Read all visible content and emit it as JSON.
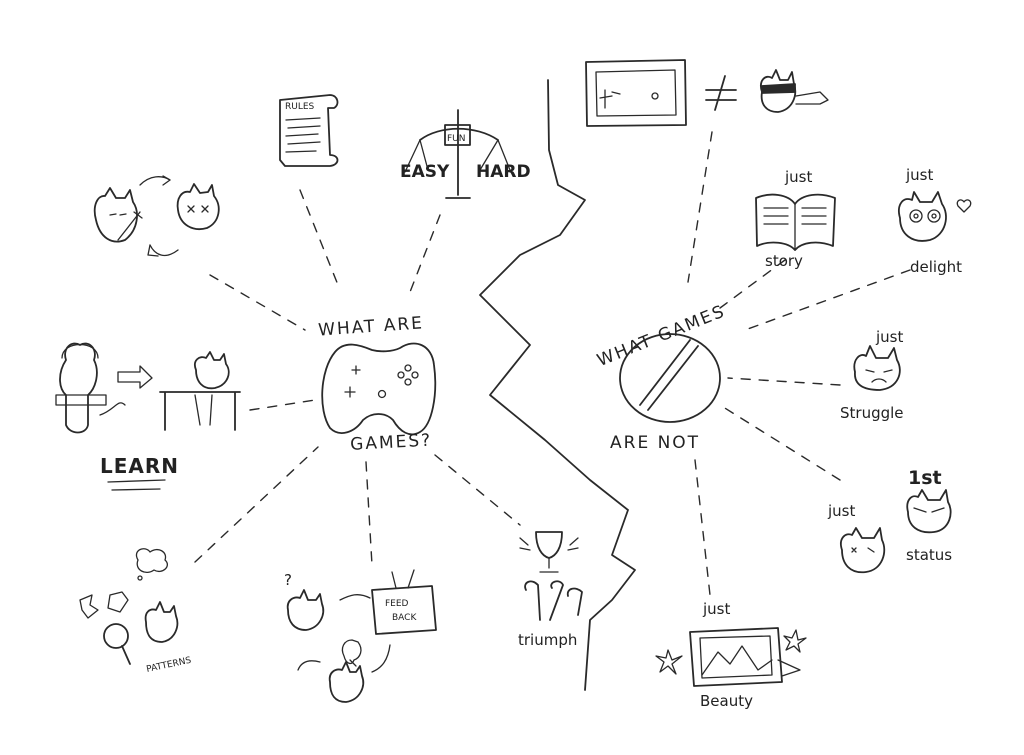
{
  "left": {
    "title_top": "WHAT ARE",
    "title_bottom": "GAMES?",
    "labels": {
      "rules": "RULES",
      "fun": "FUN",
      "easy": "EASY",
      "hard": "HARD",
      "learn": "LEARN",
      "patterns": "PATTERNS",
      "feedback_1": "FEED",
      "feedback_2": "BACK",
      "triumph": "triumph"
    }
  },
  "right": {
    "title_top": "WHAT GAMES",
    "title_bottom": "ARE NOT",
    "just": "just",
    "labels": {
      "story": "story",
      "delight": "delight",
      "struggle": "Struggle",
      "first": "1st",
      "status": "status",
      "beauty": "Beauty"
    }
  }
}
